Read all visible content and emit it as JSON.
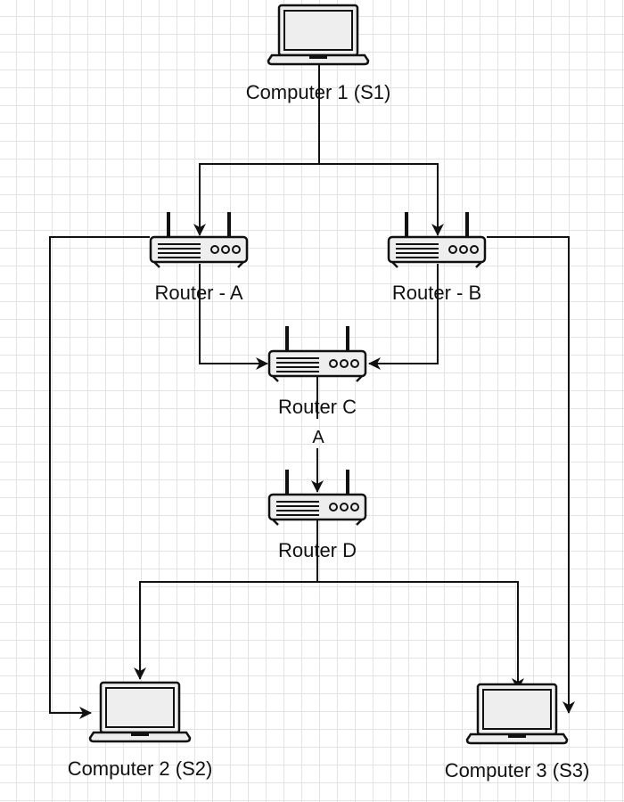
{
  "diagram": {
    "colors": {
      "stroke": "#111111",
      "device_fill": "#eeeeee",
      "screen_fill": "#eeeeee",
      "grid": "#e4e4e4"
    },
    "nodes": {
      "computer1": {
        "label": "Computer 1 (S1)",
        "icon": "laptop-icon"
      },
      "router_a": {
        "label": "Router - A",
        "icon": "router-icon"
      },
      "router_b": {
        "label": "Router - B",
        "icon": "router-icon"
      },
      "router_c": {
        "label": "Router C",
        "icon": "router-icon"
      },
      "router_d": {
        "label": "Router D",
        "icon": "router-icon"
      },
      "computer2": {
        "label": "Computer 2 (S2)",
        "icon": "laptop-icon"
      },
      "computer3": {
        "label": "Computer 3 (S3)",
        "icon": "laptop-icon"
      }
    },
    "edges": [
      {
        "from": "Computer 1 (S1)",
        "to": "Router - A",
        "label": ""
      },
      {
        "from": "Computer 1 (S1)",
        "to": "Router - B",
        "label": ""
      },
      {
        "from": "Router - A",
        "to": "Router C",
        "label": ""
      },
      {
        "from": "Router - B",
        "to": "Router C",
        "label": ""
      },
      {
        "from": "Router C",
        "to": "Router D",
        "label": "A"
      },
      {
        "from": "Router D",
        "to": "Computer 2 (S2)",
        "label": ""
      },
      {
        "from": "Router D",
        "to": "Computer 3 (S3)",
        "label": ""
      },
      {
        "from": "Router - A",
        "to": "Computer 2 (S2)",
        "label": ""
      },
      {
        "from": "Router - B",
        "to": "Computer 3 (S3)",
        "label": ""
      }
    ]
  }
}
